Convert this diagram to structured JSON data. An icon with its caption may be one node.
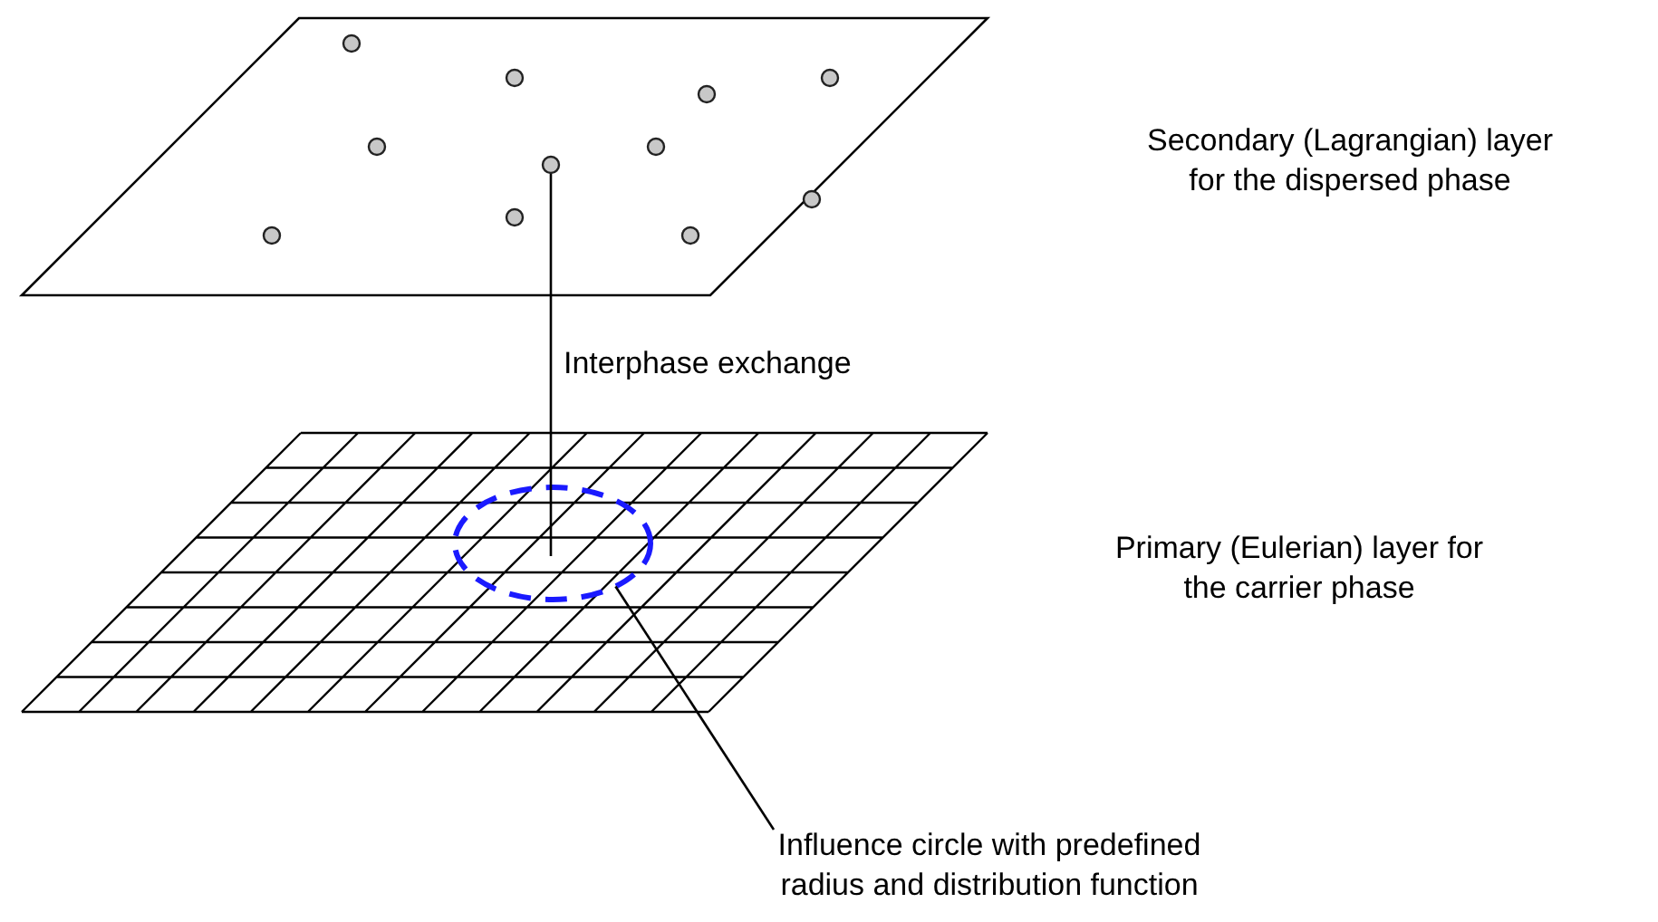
{
  "diagram": {
    "nodes": [
      {
        "text": [],
        "shape": "parallelogram"
      },
      {
        "text": [],
        "shape": "circle",
        "in": 0
      },
      {
        "text": [],
        "shape": "circle",
        "in": 0
      },
      {
        "text": [],
        "shape": "circle",
        "in": 0
      },
      {
        "text": [],
        "shape": "circle",
        "in": 0
      },
      {
        "text": [],
        "shape": "circle",
        "in": 0
      },
      {
        "text": [],
        "shape": "circle",
        "in": 0
      },
      {
        "text": [],
        "shape": "circle",
        "in": 0
      },
      {
        "text": [],
        "shape": "circle",
        "in": 0
      },
      {
        "text": [],
        "shape": "circle",
        "in": 0
      },
      {
        "text": [],
        "shape": "circle",
        "in": 0
      },
      {
        "text": [],
        "shape": "circle",
        "in": 0
      },
      {
        "text": [],
        "shape": "grid"
      },
      {
        "text": [],
        "shape": "circle",
        "in": 12
      },
      {
        "text": [
          "Influence circle with predefined radius and distribution function"
        ]
      }
    ],
    "edges": [
      {
        "from": 7,
        "to": 13,
        "arrow": "none",
        "label": "Interphase exchange"
      },
      {
        "from": 14,
        "to": 13,
        "arrow": "none"
      }
    ],
    "labels": [
      "Secondary (Lagrangian) layer for the dispersed phase",
      "Primary (Eulerian) layer for the carrier phase"
    ]
  }
}
